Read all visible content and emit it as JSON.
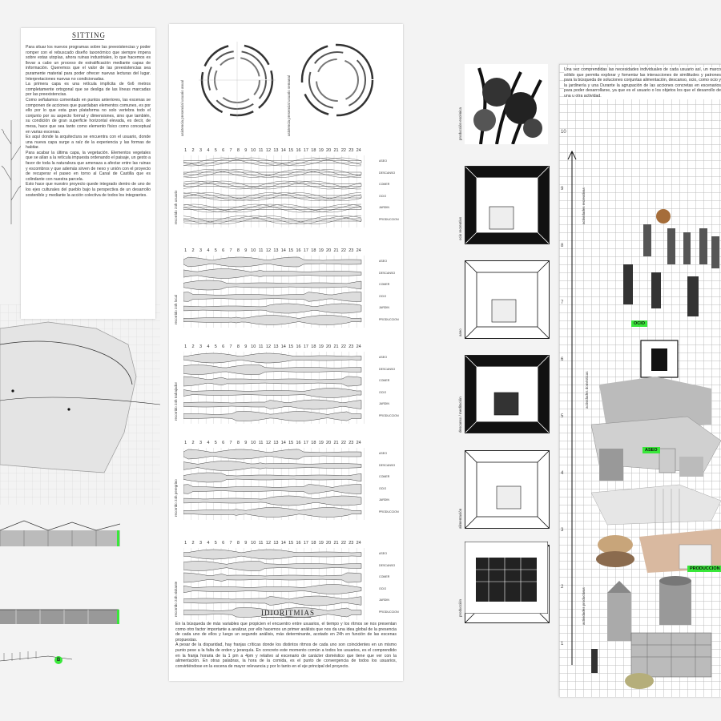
{
  "siting": {
    "title": "SITTING",
    "paragraphs": [
      "Para situar los nuevos programas sobre las preexistencias y poder romper con el rebuscado diseño taxonómico que siempre impera sobre estas utopías, ahora ruinas industriales, lo que hacemos es llevar a cabo un proceso de estratificación mediante capas de información. Queremos que el valor de las preexistencias sea puramente material para poder ofrecer nuevas lecturas del lugar. Interpretaciones nuevas no condicionadas.",
      "La primera capa es una retícula implícita de 6x6 metros completamente ortogonal que se desliga de las líneas marcadas por las preexistencias.",
      "Como señalamos comentado en puntos anteriores, las escenas se componen de acciones que guardaban elementos comunes, es por ello por lo que esta gran plataforma no solo vertebra todo el conjunto por su aspecto formal y dimensiones, sino que también, su condición de gran superficie horizontal elevada, es decir, de mesa, hace que sea tanto como elemento físico como conceptual en varias escenas.",
      "Es aquí donde la arquitectura se encuentra con el usuario, donde una nueva capa surge a raíz de la experiencia y las formas de habitar.",
      "Para acabar la última capa, la vegetación. Elementos vegetales que se alían a la retícula impuesta ordenando el paisaje, un gesto a favor de toda la naturaleza que amenaza a afectar entre las ruinas y escombros y que además sirven de nexo y unión con el proyecto de recuperar el paseo en torno al Canal de Castilla que es colindante con nuestra parcela.",
      "Esto hace que nuestro proyecto quede integrado dentro de uno de los ejes culturales del pueblo bajo la perspectiva de un desarrollo sostenible y mediante la acción colectiva de todos los integrantes."
    ]
  },
  "idioritmias": {
    "title": "IDIORITMIAS",
    "paragraphs": [
      "En la búsqueda de más variables que propicien el encuentro entre usuarios, el tiempo y los ritmos se nos presentan como otro factor importante a analizar, por ello hacemos un primer análisis que nos da una idea global de la presencia de cada uno de ellos y luego un segundo análisis, más determinante, acotado en 24h en función de las escenas propuestas.",
      "A pesar de la disparidad, hay franjas críticas donde los distintos ritmos de cada uno son coincidentes en un mismo punto pese a la falta de orden y jerarquía. En concreto este momento común a todos los usuarios, es el comprendido en la franja horaria de la 1 pm a 4pm y relativo al escenario de carácter doméstico que tiene que ver con la alimentación. En otras palabras, la hora de la comida, es el punto de convergencia de todos los usuarios, convirtiéndose en la escena de mayor relevancia y por lo tanto en el eje principal del proyecto."
    ]
  },
  "rhythms": {
    "circle_labels": [
      "asistencia presencial usuario anual",
      "asistencia presencial usuario semanal"
    ],
    "hours": [
      "1",
      "2",
      "3",
      "4",
      "5",
      "6",
      "7",
      "8",
      "9",
      "10",
      "11",
      "12",
      "13",
      "14",
      "15",
      "16",
      "17",
      "18",
      "19",
      "20",
      "21",
      "22",
      "23",
      "24"
    ],
    "activities": [
      "ASEO",
      "DESCANSO",
      "COMER",
      "OCIO",
      "JARDIN",
      "PRODUCCION"
    ],
    "users": [
      "recorrido 24h usuario",
      "recorrido 24h local",
      "recorrido 24h trabajador",
      "recorrido 24h peregrino",
      "recorrido 24h visitante"
    ]
  },
  "scenes": {
    "labels": [
      "producción escénica",
      "ocio recreativo",
      "aseo",
      "descanso / meditación",
      "alimentación",
      "producción"
    ]
  },
  "collage": {
    "intro": "Una vez comprendidas las necesidades individuales de cada usuario así, un marco sólido que permita explorar y fomentar las interacciones de similitudes y patrones para la búsqueda de soluciones conjuntas alimentación, descanso, ocio, como ocio y la jardinería y una Durante la agrupación de las acciones concretas en escenarios para poder desarrollarse, ya que es el usuario o los objetos los que el desarrollo de una u otra actividad.",
    "axis_top_label": "actividades recreativas",
    "axis_mid_label": "actividades domésticas",
    "axis_bottom_label": "actividades productivas",
    "y_ticks": [
      "10",
      "9",
      "8",
      "7",
      "6",
      "5",
      "4",
      "3",
      "2",
      "1"
    ],
    "tags": [
      "OCIO",
      "ASEO",
      "PRODUCCION"
    ]
  },
  "site": {
    "marker": "B"
  },
  "colors": {
    "accent": "#39e73a"
  }
}
